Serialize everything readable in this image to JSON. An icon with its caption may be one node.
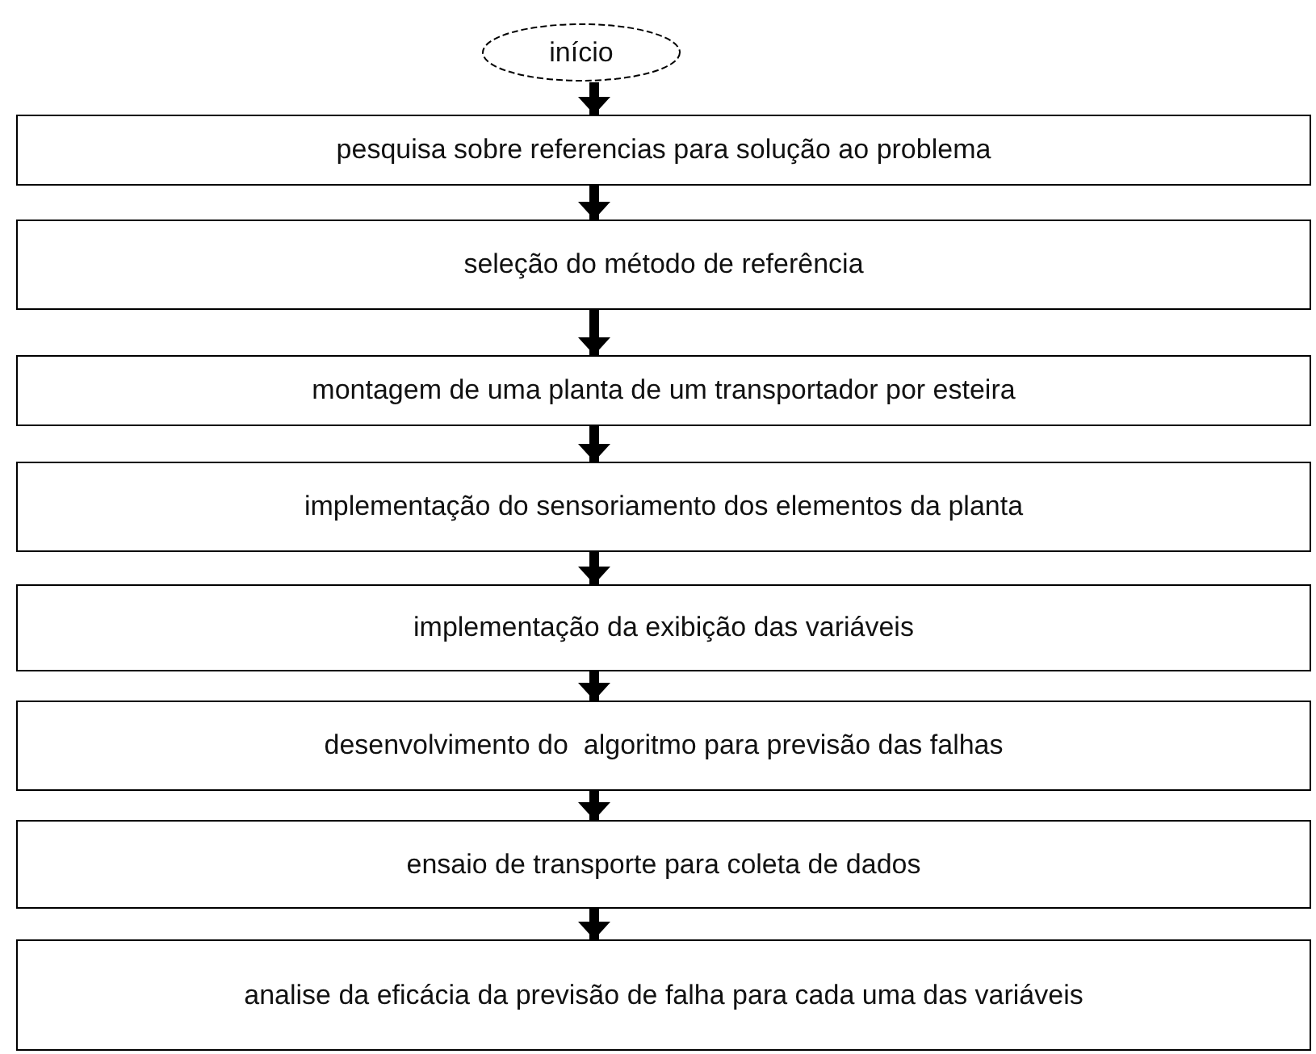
{
  "diagram": {
    "nodes": [
      {
        "text": [
          "início"
        ]
      },
      {
        "text": [
          "pesquisa sobre referencias para solução ao problema"
        ]
      },
      {
        "text": [
          "seleção do método de referência"
        ]
      },
      {
        "text": [
          "montagem de uma planta de um transportador por esteira"
        ]
      },
      {
        "text": [
          "implementação do sensoriamento dos elementos da planta"
        ]
      },
      {
        "text": [
          "implementação da exibição das variáveis"
        ]
      },
      {
        "text": [
          "desenvolvimento do  algoritmo para previsão das falhas"
        ]
      },
      {
        "text": [
          "ensaio de transporte para coleta de dados"
        ]
      },
      {
        "text": [
          "analise da eficácia da previsão de falha para cada uma das variáveis"
        ]
      }
    ],
    "edges": [
      {
        "from": 0,
        "to": 1,
        "arrow": "to"
      },
      {
        "from": 1,
        "to": 2,
        "arrow": "to"
      },
      {
        "from": 2,
        "to": 3,
        "arrow": "to"
      },
      {
        "from": 3,
        "to": 4,
        "arrow": "to"
      },
      {
        "from": 4,
        "to": 5,
        "arrow": "to"
      },
      {
        "from": 5,
        "to": 6,
        "arrow": "to"
      },
      {
        "from": 6,
        "to": 7,
        "arrow": "to"
      },
      {
        "from": 7,
        "to": 8,
        "arrow": "to"
      }
    ]
  }
}
